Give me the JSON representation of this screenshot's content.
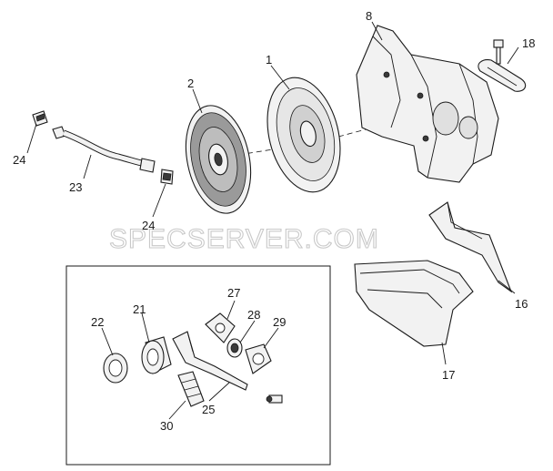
{
  "watermark": "SPECSERVER.COM",
  "callouts": [
    {
      "id": "c1",
      "text": "1"
    },
    {
      "id": "c2",
      "text": "2"
    },
    {
      "id": "c8",
      "text": "8"
    },
    {
      "id": "c18",
      "text": "18"
    },
    {
      "id": "c24a",
      "text": "24"
    },
    {
      "id": "c23",
      "text": "23"
    },
    {
      "id": "c24b",
      "text": "24"
    },
    {
      "id": "c16",
      "text": "16"
    },
    {
      "id": "c17",
      "text": "17"
    },
    {
      "id": "c22",
      "text": "22"
    },
    {
      "id": "c21",
      "text": "21"
    },
    {
      "id": "c27",
      "text": "27"
    },
    {
      "id": "c28",
      "text": "28"
    },
    {
      "id": "c29",
      "text": "29"
    },
    {
      "id": "c25",
      "text": "25"
    },
    {
      "id": "c30",
      "text": "30"
    }
  ]
}
